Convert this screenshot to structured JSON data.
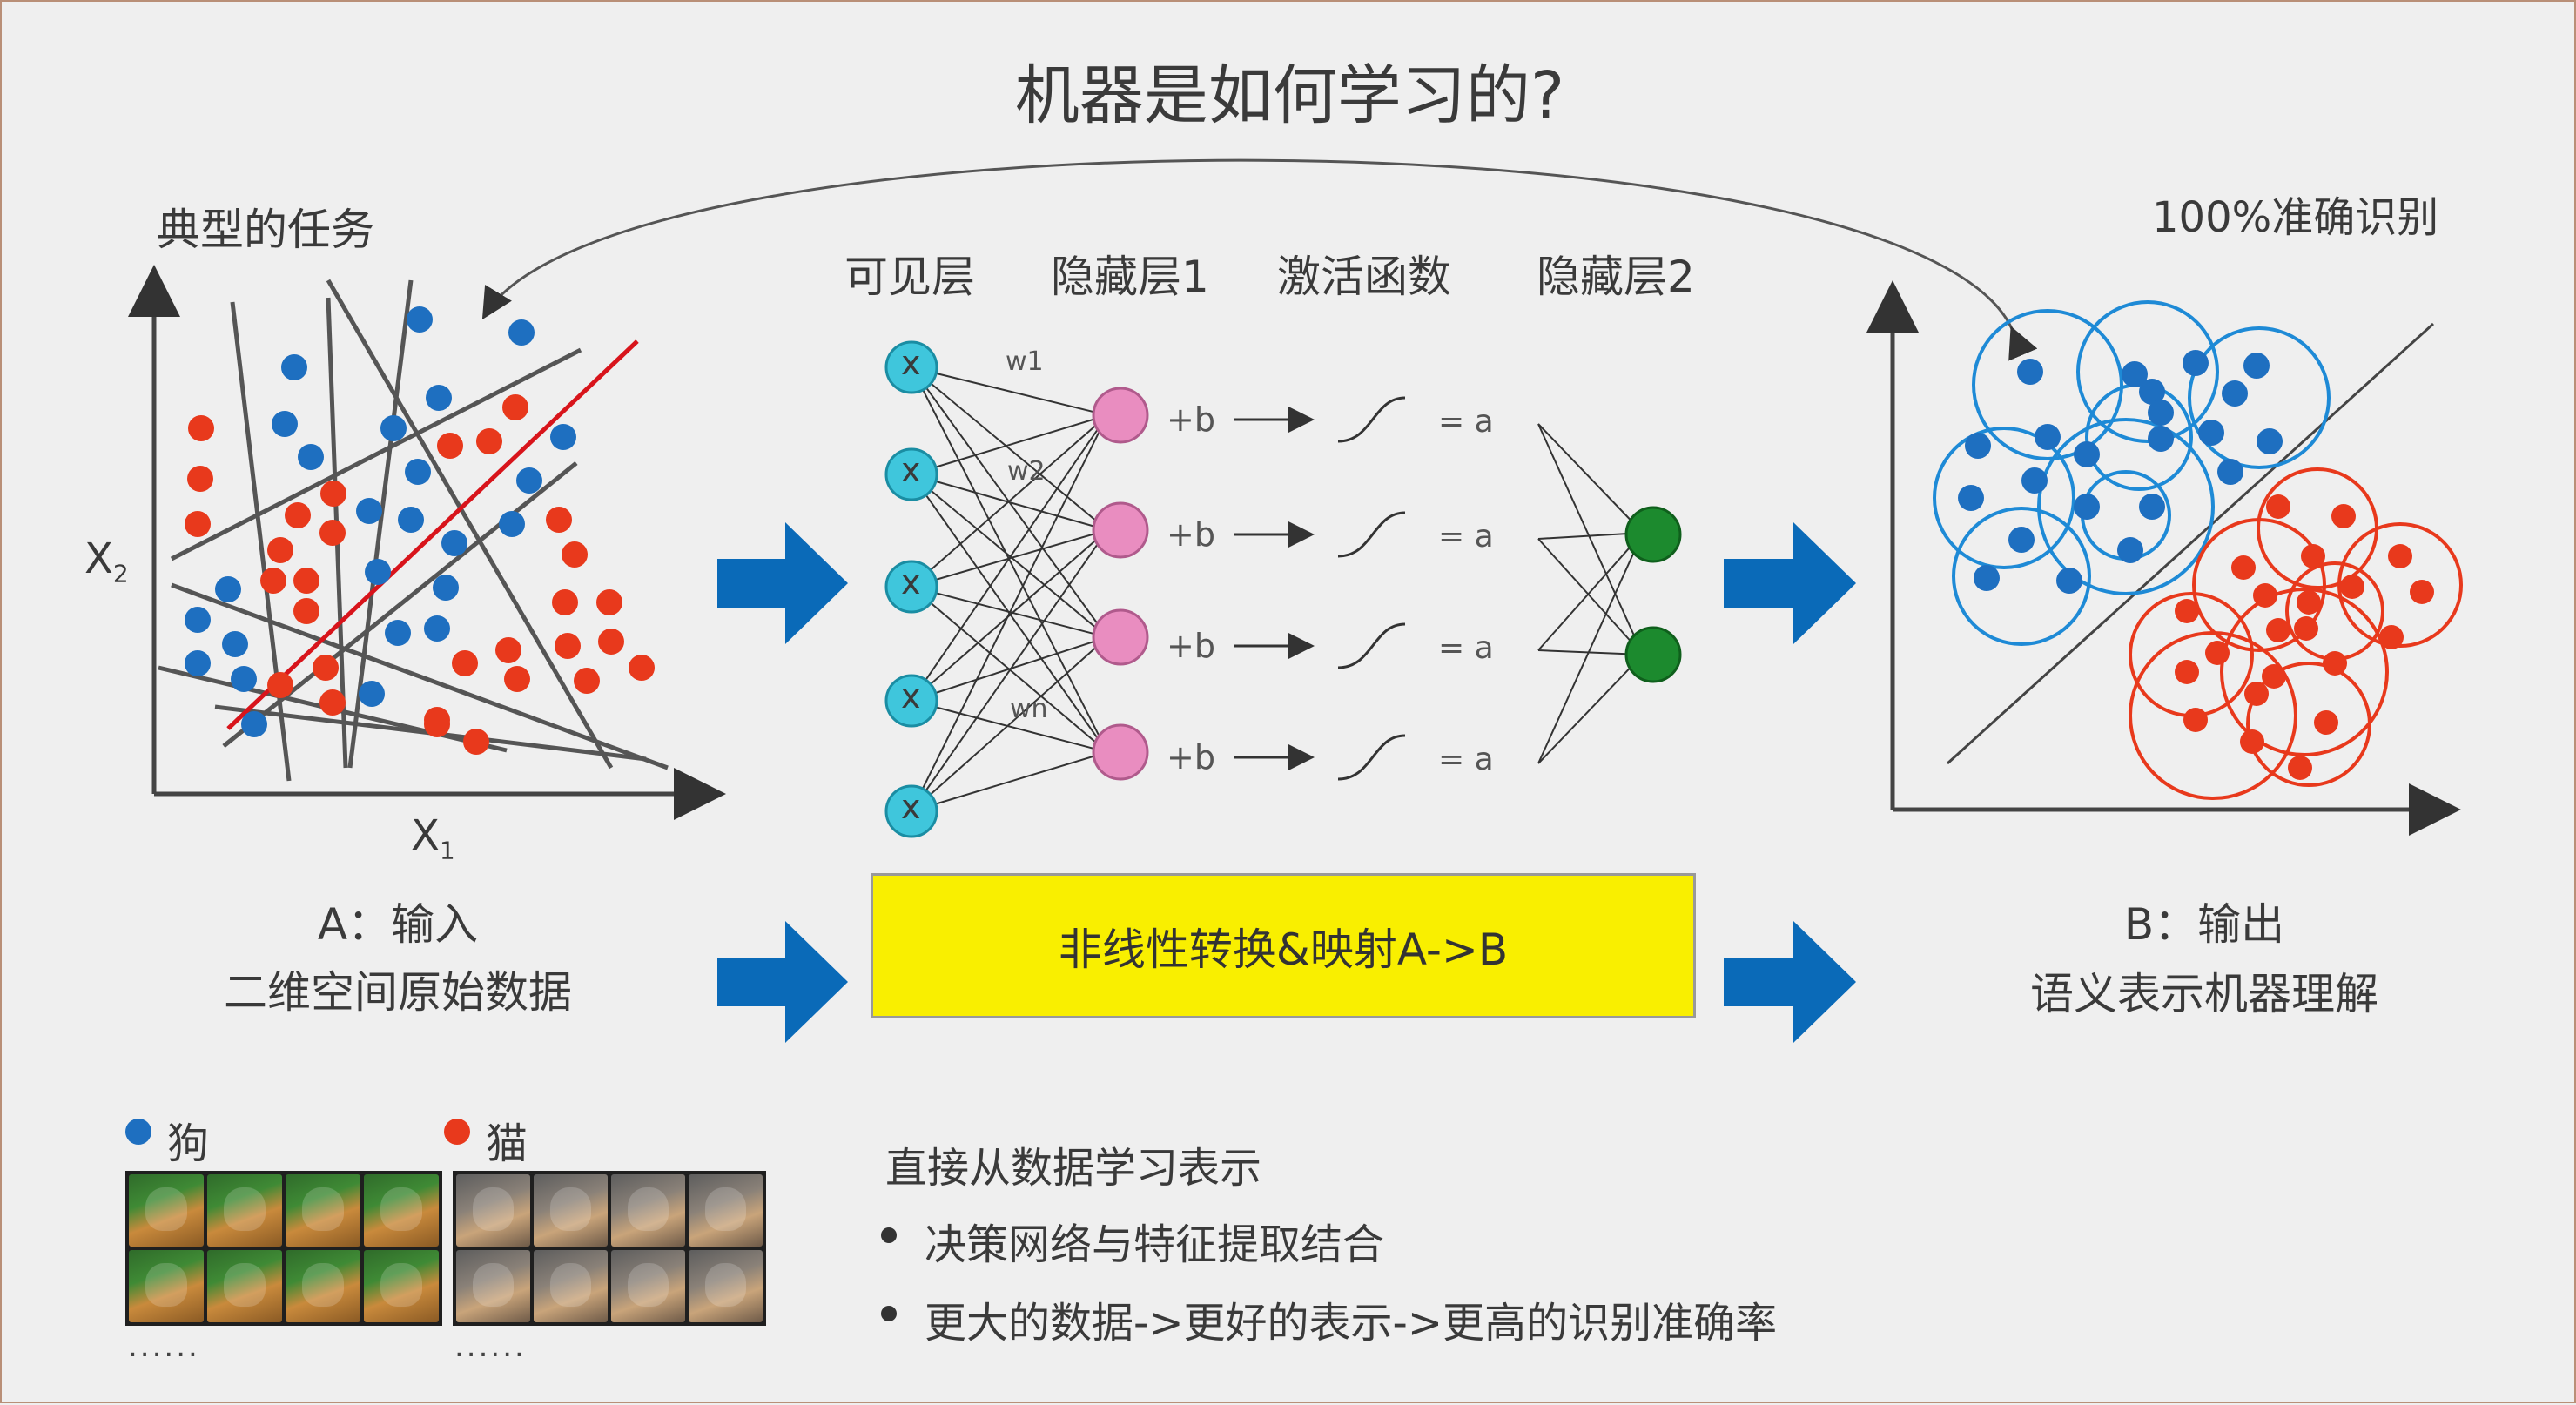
{
  "title": "机器是如何学习的?",
  "left_panel": {
    "task_label": "典型的任务",
    "x2_label": "X",
    "x2_sub": "2",
    "x1_label": "X",
    "x1_sub": "1",
    "input_label": "A：输入",
    "input_desc": "二维空间原始数据"
  },
  "network": {
    "layer_labels": [
      "可见层",
      "隐藏层1",
      "激活函数",
      "隐藏层2"
    ],
    "input_node_label": "x",
    "weights": [
      "w1",
      "w2",
      "wn"
    ],
    "bias_label": "+b",
    "activation_output": "= a"
  },
  "right_panel": {
    "accuracy_label": "100%准确识别",
    "output_label": "B：输出",
    "output_desc": "语义表示机器理解"
  },
  "transform_box": "非线性转换&映射A->B",
  "legend": {
    "dog_label": "狗",
    "cat_label": "猫",
    "dog_color": "#1e6fc0",
    "cat_color": "#e8391c",
    "ellipsis": "......"
  },
  "notes": {
    "heading": "直接从数据学习表示",
    "bullets": [
      "决策网络与特征提取结合",
      "更大的数据->更好的表示->更高的识别准确率"
    ]
  },
  "colors": {
    "arrow_blue": "#0a6ab8",
    "input_node": "#3fc6dc",
    "hidden_node": "#e98dc0",
    "output_node": "#1c8a2e",
    "box_yellow": "#f9ef00"
  }
}
